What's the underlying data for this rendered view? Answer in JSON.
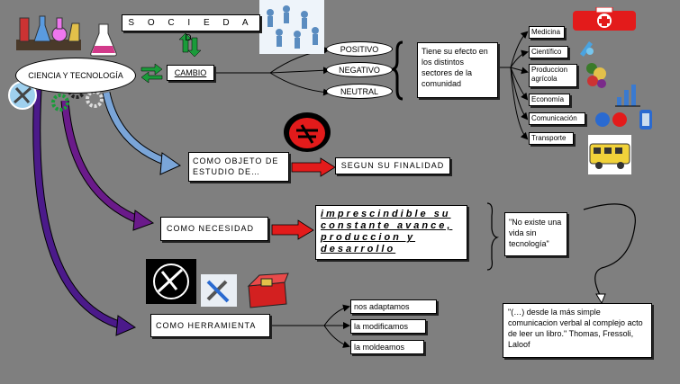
{
  "root": {
    "label": "CIENCIA Y TECNOLOGÍA"
  },
  "sociedad": {
    "label": "S O C I E D A D"
  },
  "cambio": {
    "label": "CAMBIO"
  },
  "effects": [
    {
      "label": "POSITIVO"
    },
    {
      "label": "NEGATIVO"
    },
    {
      "label": "NEUTRAL"
    }
  ],
  "effect_desc": "Tiene su efecto en los distintos sectores de la comunidad",
  "sectors": [
    {
      "label": "Medicina"
    },
    {
      "label": "Científico"
    },
    {
      "label": "Produccion agrícola"
    },
    {
      "label": "Economía"
    },
    {
      "label": "Comunicación"
    },
    {
      "label": "Transporte"
    }
  ],
  "objeto": {
    "label": "COMO OBJETO DE ESTUDIO DE…"
  },
  "finalidad": {
    "label": "SEGUN SU FINALIDAD"
  },
  "necesidad": {
    "label": "COMO NECESIDAD"
  },
  "imprescindible": {
    "label": "imprescindible su constante avance, produccion y desarrollo"
  },
  "quote1": "\"No existe una vida sin tecnología\"",
  "herramienta": {
    "label": "COMO HERRAMIENTA"
  },
  "actions": [
    {
      "label": "nos adaptamos"
    },
    {
      "label": "la modificamos"
    },
    {
      "label": "la moldeamos"
    }
  ],
  "quote2": "\"(…) desde la más simple comunicacion verbal al complejo acto de leer un libro.\" Thomas, Fressoli, Laloof",
  "colors": {
    "background": "#7f7f7f",
    "arrow_red": "#e31b1b",
    "arrow_green": "#1a9b3a",
    "arrow_purple": "#6a1a8a",
    "arrow_blue": "#7aa5d8"
  }
}
